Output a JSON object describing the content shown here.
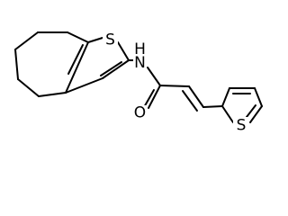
{
  "molecule": {
    "atom_labels": {
      "ring_sulfur": "S",
      "amide_nitrogen": "N",
      "amide_hydrogen": "H",
      "carbonyl_oxygen": "O",
      "thiophene_sulfur": "S"
    },
    "colors": {
      "bond": "#000000",
      "text": "#000000",
      "background": "#ffffff"
    }
  }
}
